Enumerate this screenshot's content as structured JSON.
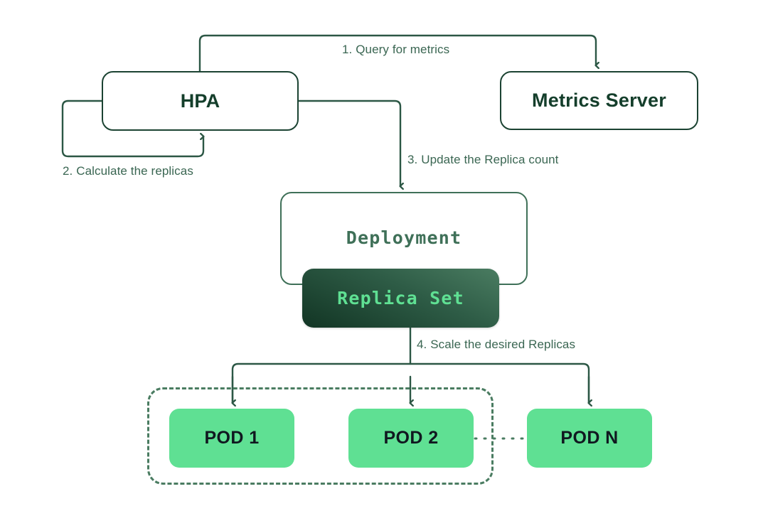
{
  "diagram": {
    "title": "Kubernetes Horizontal Pod Autoscaler flow",
    "background": "#ffffff",
    "colors": {
      "stroke_dark": "#1B4332",
      "stroke_soft": "#3F7058",
      "label_text": "#3A6652",
      "pod_fill": "#5FE093",
      "pod_text": "#101820",
      "replicaset_gradient_from": "#4A7C61",
      "replicaset_gradient_to": "#123524",
      "replicaset_text": "#5FE093",
      "group_dash": "#4A7C61"
    }
  },
  "nodes": {
    "hpa": {
      "label": "HPA"
    },
    "metrics_server": {
      "label": "Metrics Server"
    },
    "deployment": {
      "label": "Deployment"
    },
    "replica_set": {
      "label": "Replica Set"
    }
  },
  "pods": [
    {
      "label": "POD 1"
    },
    {
      "label": "POD 2"
    },
    {
      "label": "POD N"
    }
  ],
  "steps": [
    {
      "number": "1.",
      "text": "1.  Query for metrics"
    },
    {
      "number": "2.",
      "text": "2. Calculate the replicas"
    },
    {
      "number": "3.",
      "text": "3. Update the Replica count"
    },
    {
      "number": "4.",
      "text": "4. Scale the desired Replicas"
    }
  ]
}
